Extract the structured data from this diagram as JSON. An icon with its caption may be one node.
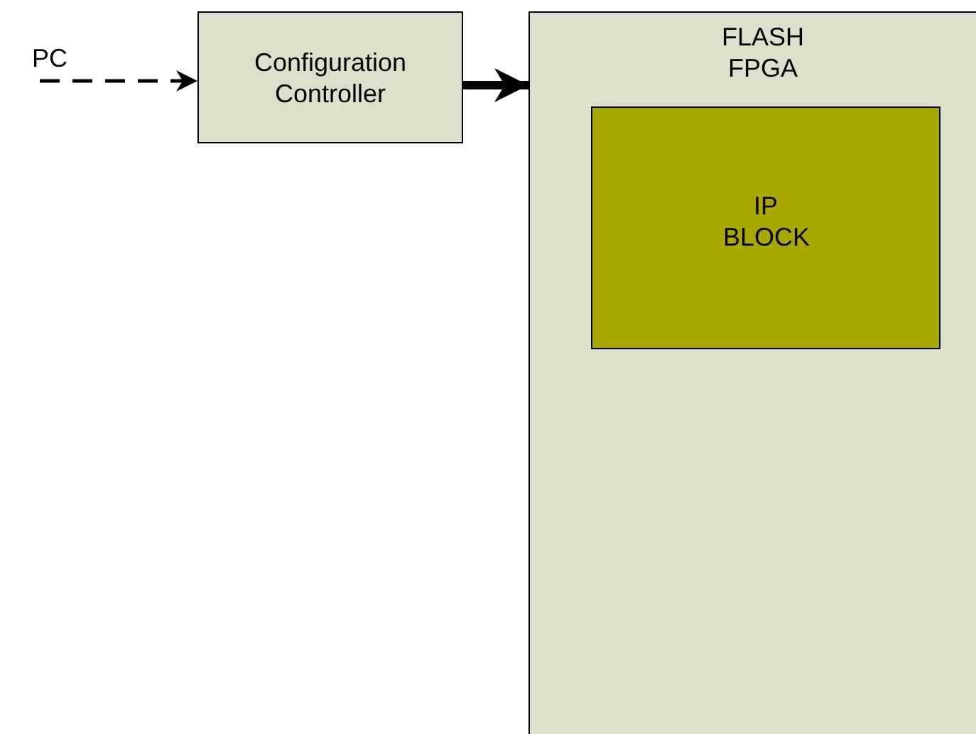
{
  "diagram": {
    "nodes": [
      {
        "text": [
          "PC"
        ]
      },
      {
        "text": [
          "Configuration Controller"
        ]
      },
      {
        "text": [
          "FLASH FPGA"
        ]
      },
      {
        "text": [
          "IP BLOCK"
        ],
        "in": 2
      }
    ],
    "edges": [
      {
        "from": 0,
        "to": 1,
        "arrow": "to",
        "style": "dashed"
      },
      {
        "from": 1,
        "to": 2,
        "arrow": "to",
        "style": "thick"
      }
    ]
  }
}
